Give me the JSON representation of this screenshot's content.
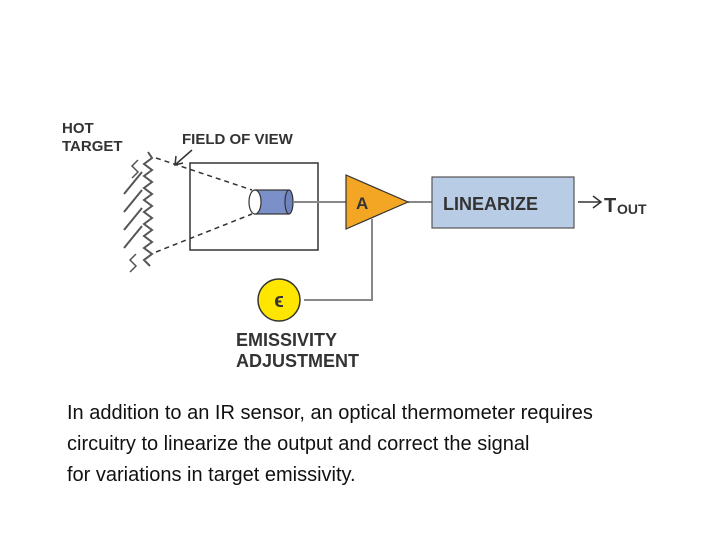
{
  "diagram": {
    "labels": {
      "hot_target_line1": "HOT",
      "hot_target_line2": "TARGET",
      "field_of_view": "FIELD OF VIEW",
      "amplifier": "A",
      "linearize": "LINEARIZE",
      "t_out_main": "T",
      "t_out_sub": "OUT",
      "emissivity_symbol": "ϵ",
      "emissivity_line1": "EMISSIVITY",
      "emissivity_line2": "ADJUSTMENT"
    },
    "colors": {
      "amplifier_fill": "#F3A623",
      "linearize_fill": "#B9CCE6",
      "sensor_fill": "#7B8FC9",
      "emissivity_fill": "#FFE600",
      "stroke": "#333333",
      "wire": "#888888"
    }
  },
  "caption": {
    "line1": "In addition to an IR sensor, an optical thermometer requires",
    "line2": "circuitry to linearize the output and correct the signal",
    "line3": "for variations in target emissivity."
  }
}
